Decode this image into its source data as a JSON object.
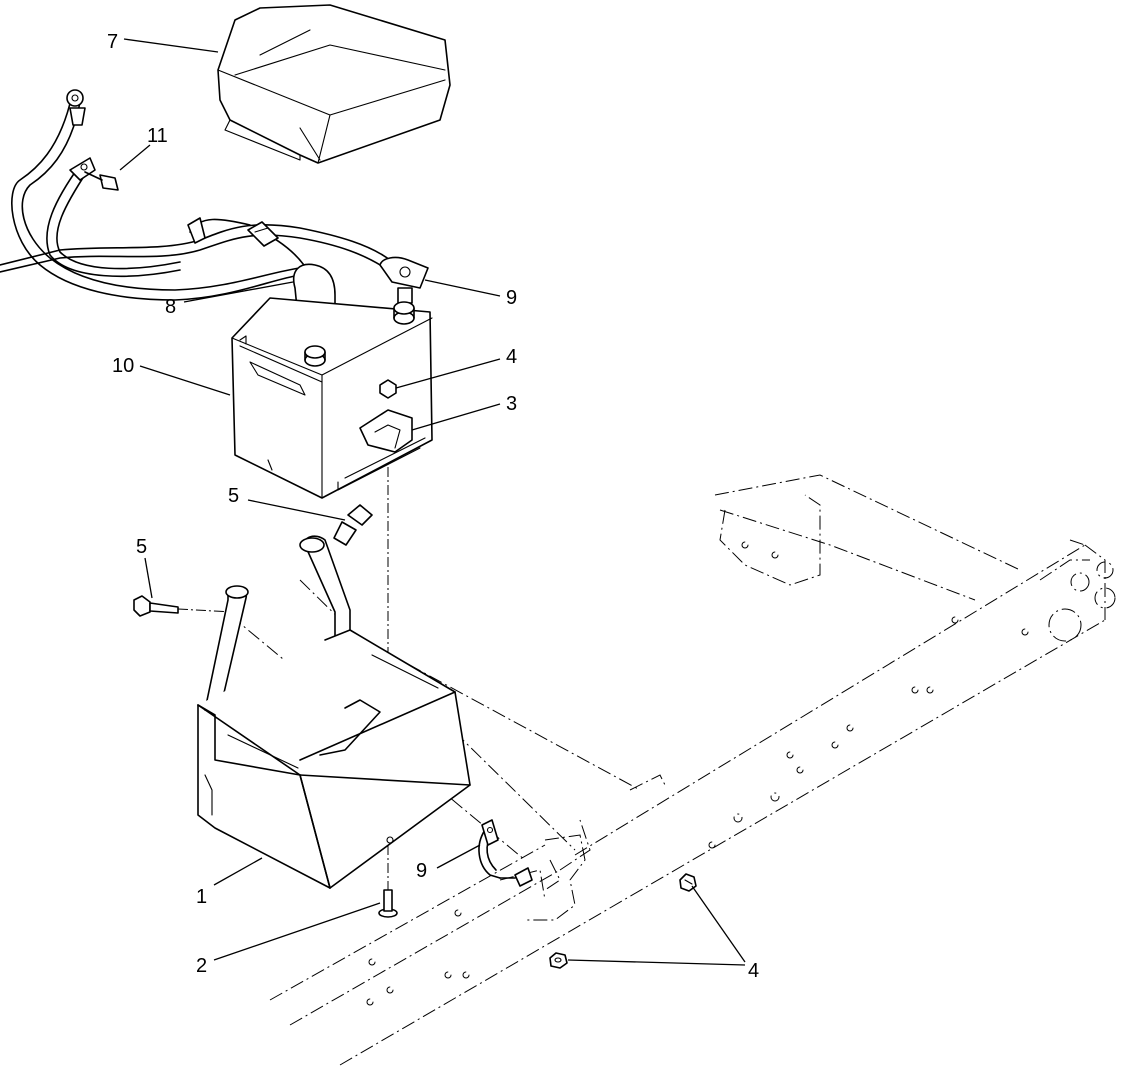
{
  "callouts": {
    "c1": "1",
    "c2": "2",
    "c3": "3",
    "c4a": "4",
    "c4b": "4",
    "c5a": "5",
    "c5b": "5",
    "c7": "7",
    "c8": "8",
    "c9a": "9",
    "c9b": "9",
    "c10": "10",
    "c11": "11"
  }
}
